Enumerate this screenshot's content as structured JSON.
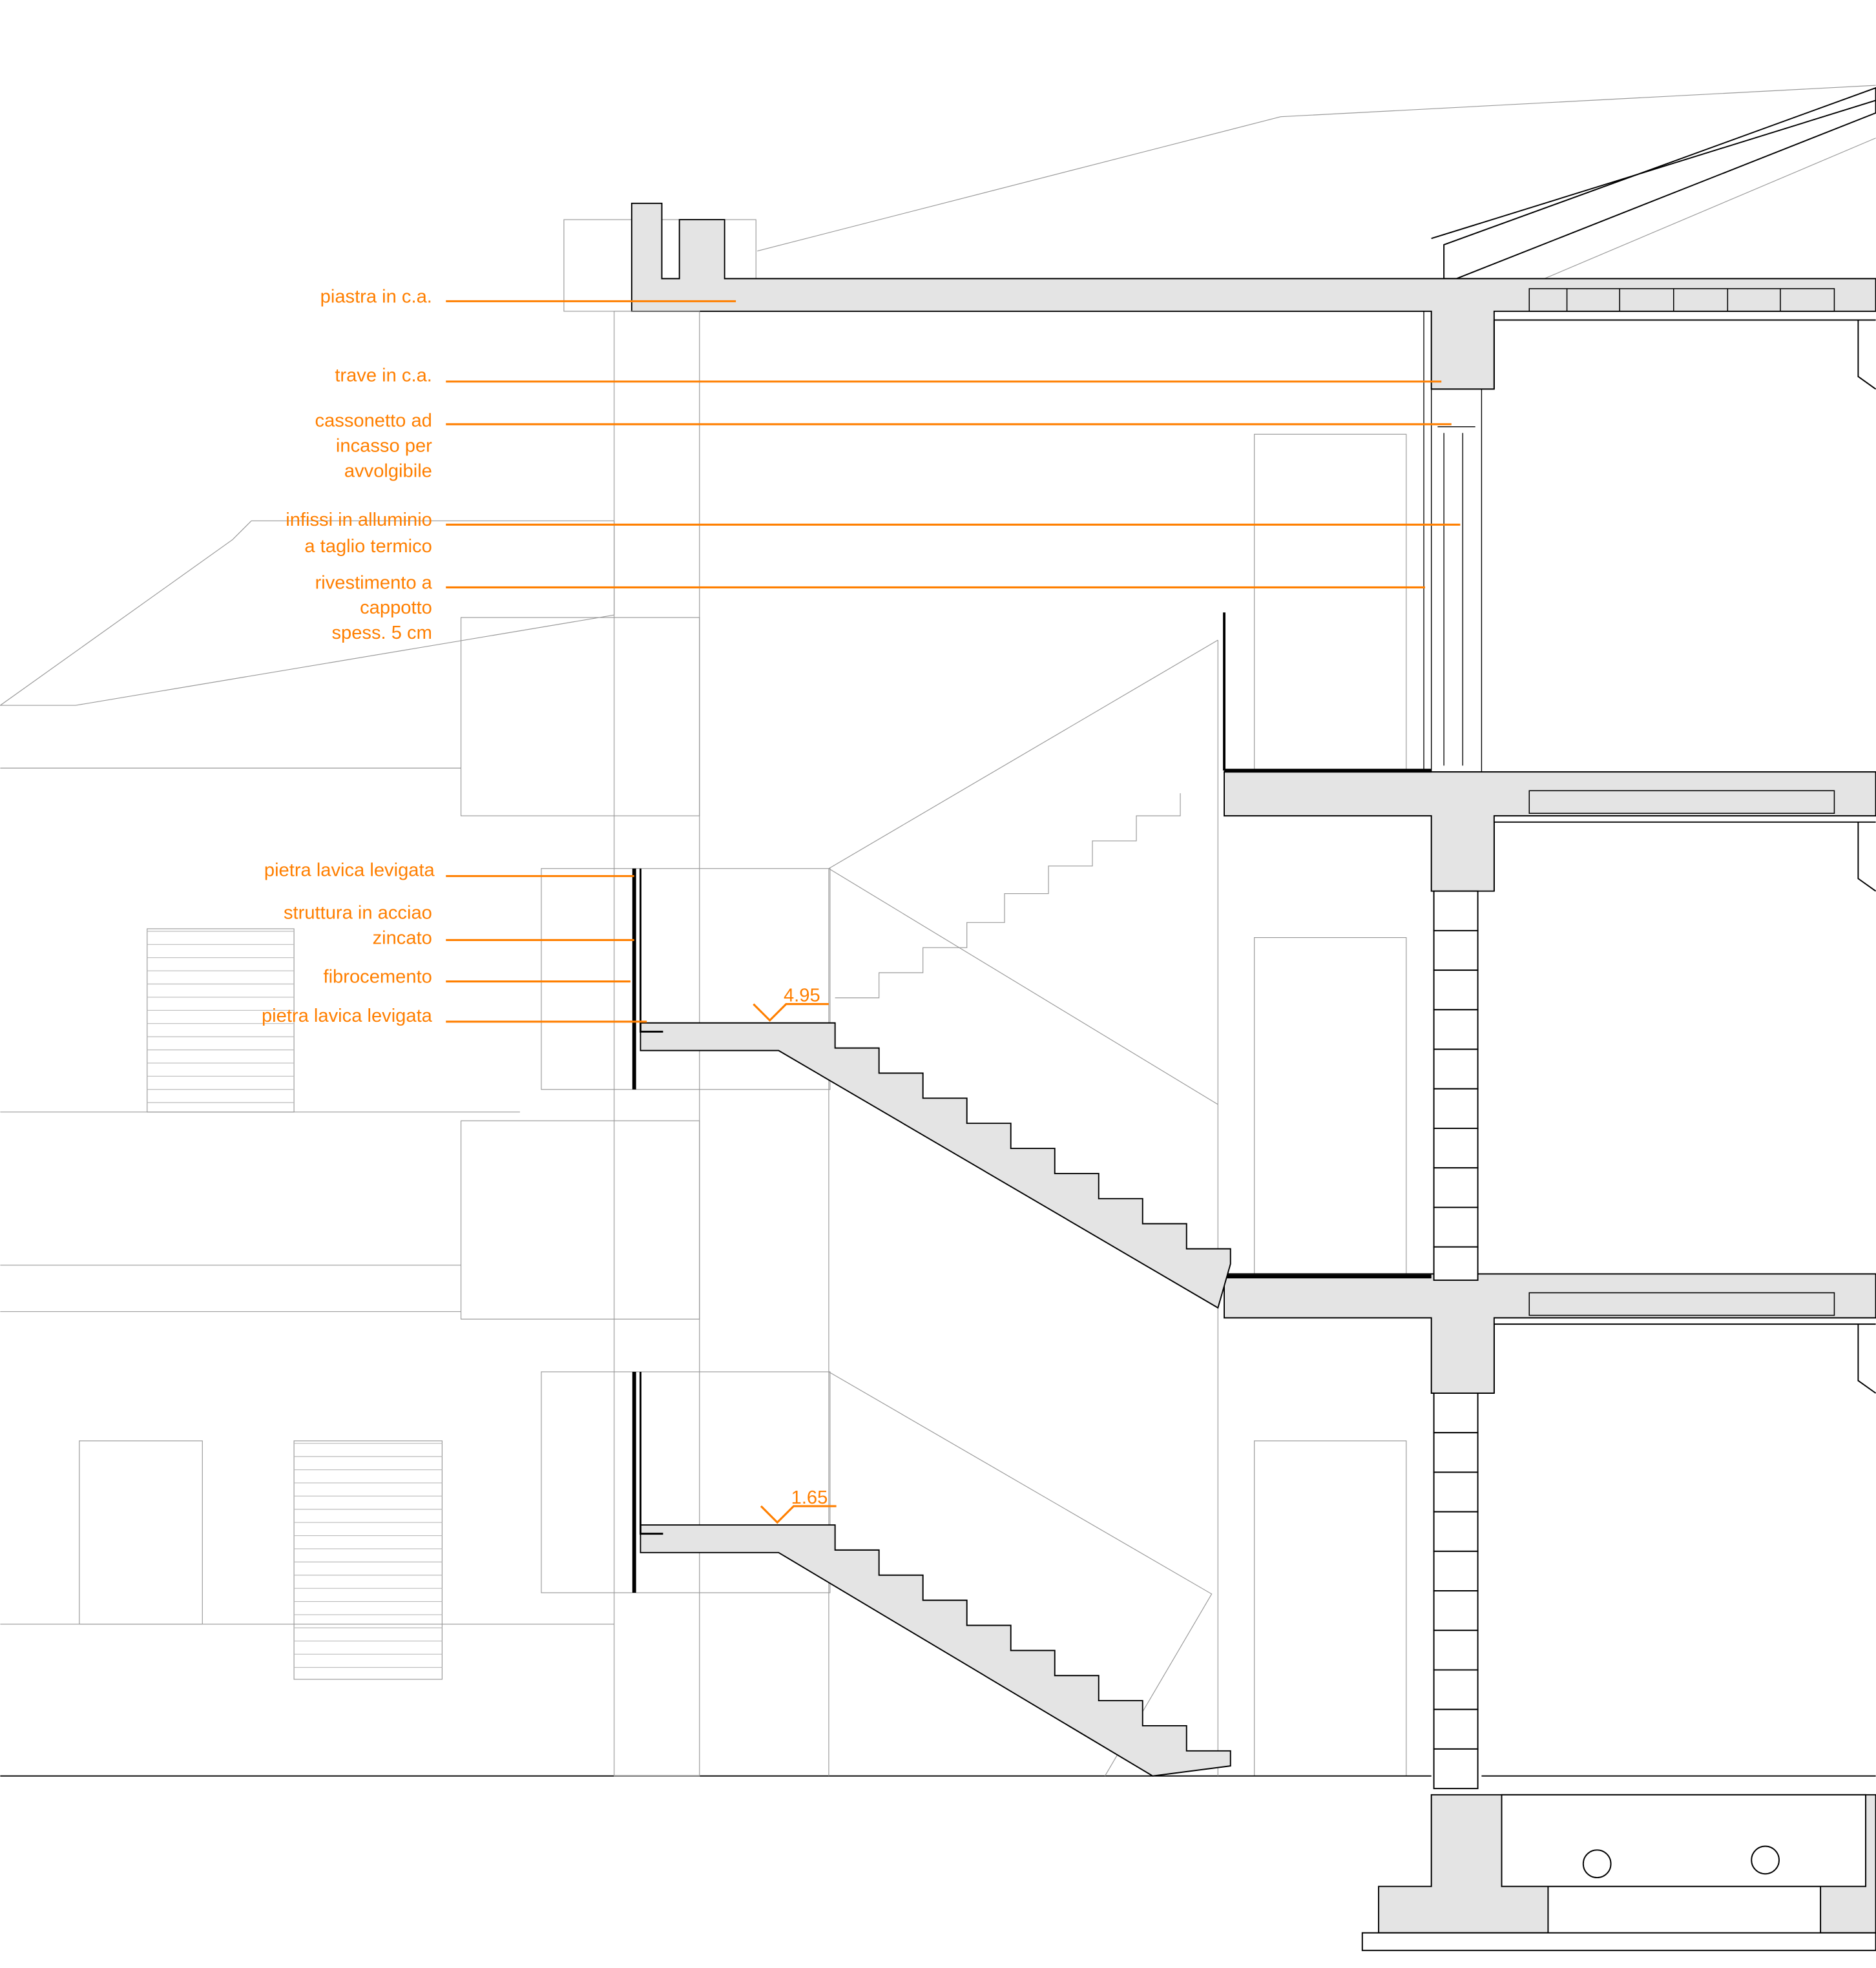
{
  "title": "Sezione architettonica - corpo scala",
  "colors": {
    "annotation": "#ff7f00",
    "concrete": "#e4e4e4",
    "line": "#000000"
  },
  "annotations": [
    {
      "lines": [
        "piastra in c.a."
      ]
    },
    {
      "lines": [
        "trave in c.a."
      ]
    },
    {
      "lines": [
        "cassonetto ad",
        "incasso per",
        "avvolgibile"
      ]
    },
    {
      "lines": [
        "infissi in alluminio",
        "a taglio termico"
      ]
    },
    {
      "lines": [
        "rivestimento a",
        "cappotto",
        "spess. 5 cm"
      ]
    },
    {
      "lines": [
        "pietra lavica levigata"
      ]
    },
    {
      "lines": [
        "struttura in acciao",
        "zincato"
      ]
    },
    {
      "lines": [
        "fibrocemento"
      ]
    },
    {
      "lines": [
        "pietra lavica levigata"
      ]
    }
  ],
  "levels": [
    {
      "value": "4.95"
    },
    {
      "value": "1.65"
    }
  ]
}
